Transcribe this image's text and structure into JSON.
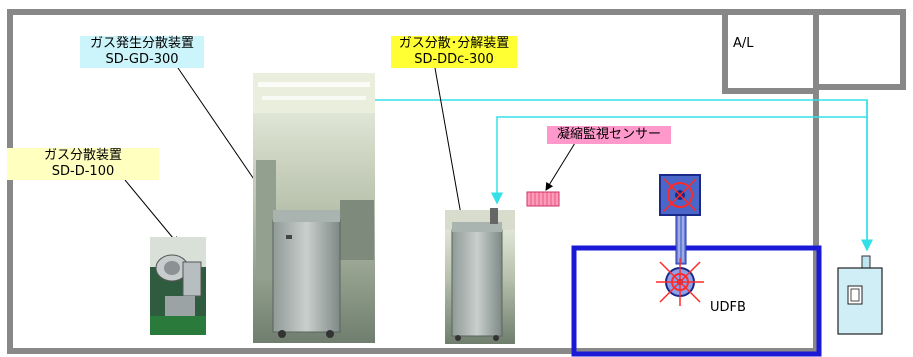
{
  "labels": {
    "gas_generator": {
      "name": "ガス発生分散装置",
      "model": "SD-GD-300"
    },
    "gas_decomposer": {
      "name": "ガス分散･分解装置",
      "model": "SD-DDc-300"
    },
    "gas_disperser": {
      "name": "ガス分散装置",
      "model": "SD-D-100"
    },
    "sensor": "凝縮監視センサー",
    "airlock": "A/L",
    "udfb": "UDFB"
  },
  "colors": {
    "room_wall": "#888888",
    "udfb_box": "#1a1ad6",
    "pipe": "#33e0e8",
    "gd_label_bg": "#ccf4fb",
    "dd_label_bg": "#ffff33",
    "d_label_bg": "#ffffc0",
    "sensor_label_bg": "#ff99cc",
    "control_box": "#cfeef5"
  }
}
